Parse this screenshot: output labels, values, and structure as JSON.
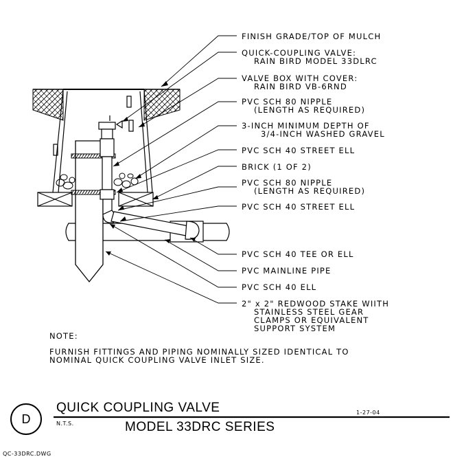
{
  "labels": [
    {
      "line1": "FINISH GRADE/TOP OF MULCH",
      "line2": ""
    },
    {
      "line1": "QUICK-COUPLING VALVE:",
      "line2": "RAIN BIRD MODEL 33DLRC"
    },
    {
      "line1": "VALVE BOX WITH COVER:",
      "line2": "RAIN BIRD VB-6RND"
    },
    {
      "line1": "PVC SCH 80 NIPPLE",
      "line2": "(LENGTH AS REQUIRED)"
    },
    {
      "line1": "3-INCH MINIMUM DEPTH OF",
      "line2": "3/4-INCH WASHED GRAVEL"
    },
    {
      "line1": "PVC SCH 40 STREET ELL",
      "line2": ""
    },
    {
      "line1": "BRICK (1 OF 2)",
      "line2": ""
    },
    {
      "line1": "PVC SCH 80 NIPPLE",
      "line2": "(LENGTH AS REQUIRED)"
    },
    {
      "line1": "PVC SCH 40 STREET ELL",
      "line2": ""
    },
    {
      "line1": "PVC SCH 40 TEE OR ELL",
      "line2": ""
    },
    {
      "line1": "PVC MAINLINE PIPE",
      "line2": ""
    },
    {
      "line1": "PVC SCH 40 ELL",
      "line2": ""
    }
  ],
  "stake_label": {
    "line1": "2\" x 2\" REDWOOD STAKE WIITH",
    "line2": "STAINLESS STEEL GEAR",
    "line3": "CLAMPS OR EQUIVALENT",
    "line4": "SUPPORT SYSTEM"
  },
  "note": {
    "heading": "NOTE:",
    "line1": "FURNISH FITTINGS AND PIPING NOMINALLY SIZED IDENTICAL TO",
    "line2": "NOMINAL QUICK COUPLING VALVE INLET SIZE."
  },
  "title_block": {
    "detail_letter": "D",
    "title": "QUICK COUPLING VALVE",
    "scale": "N.T.S.",
    "subtitle": "MODEL 33DRC SERIES",
    "date": "1-27-04",
    "file": "QC-33DRC.DWG"
  }
}
